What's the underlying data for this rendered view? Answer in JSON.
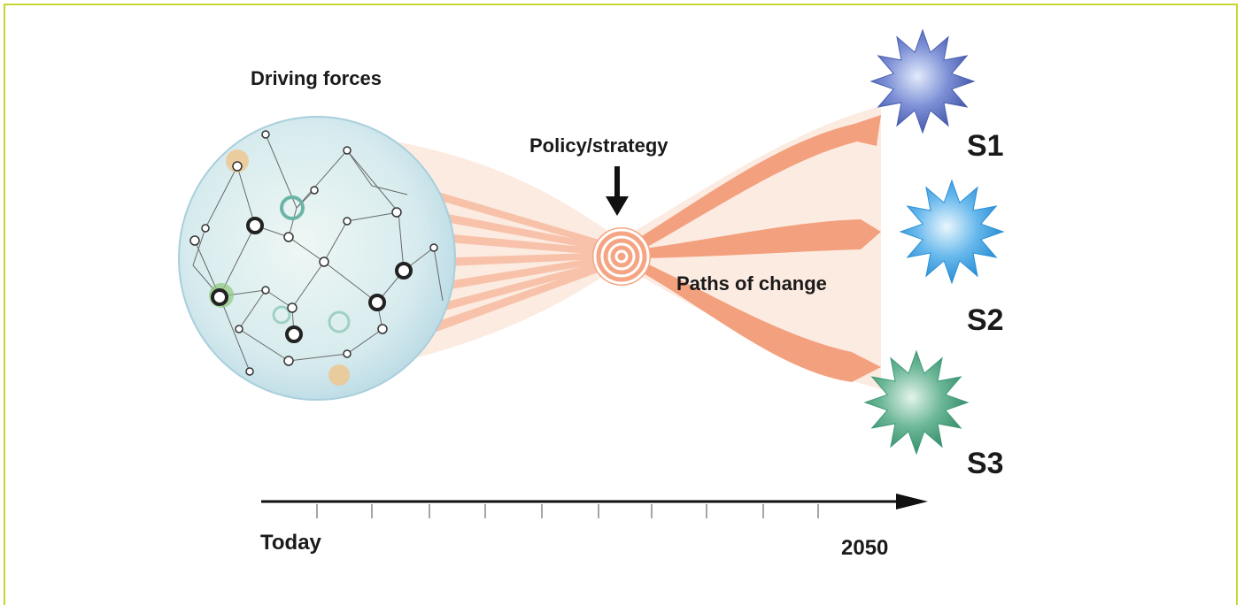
{
  "labels": {
    "driving_forces": "Driving forces",
    "policy_strategy": "Policy/strategy",
    "paths_of_change": "Paths of change",
    "today": "Today",
    "year_end": "2050"
  },
  "scenarios": [
    {
      "label": "S1",
      "color": "#4a5fb0",
      "light": "#c9d4f0"
    },
    {
      "label": "S2",
      "color": "#2a8fd6",
      "light": "#cfe9fa"
    },
    {
      "label": "S3",
      "color": "#3f9a78",
      "light": "#cdeadb"
    }
  ],
  "colors": {
    "frame": "#c9d534",
    "path": "#f3a07e",
    "path_light": "#fbe6da",
    "sphere": "#cfe6ec",
    "spiral": "#f07a4e"
  },
  "icons": {
    "policy_arrow": "down-arrow-icon",
    "focus": "spiral-icon"
  }
}
